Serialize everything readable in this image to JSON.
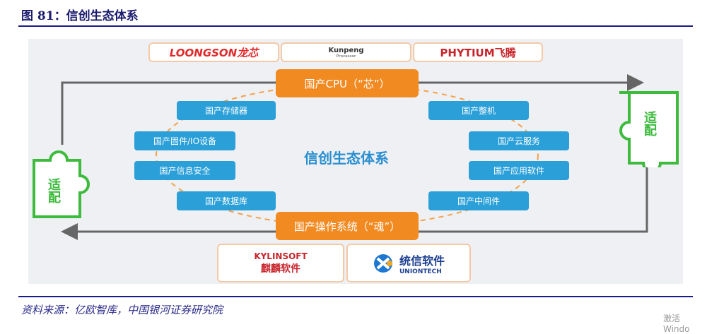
{
  "title": "图 81：信创生态体系",
  "diagram": {
    "cpu_logos": [
      "LOONGSON龙芯",
      "Kunpeng",
      "PHYTIUM飞腾"
    ],
    "kunpeng_sub": "Processor",
    "cpu_box": "国产CPU（“芯”）",
    "os_box": "国产操作系统（“魂”）",
    "center": "信创生态体系",
    "left_items": [
      "国产存储器",
      "国产固件/IO设备",
      "国产信息安全",
      "国产数据库"
    ],
    "right_items": [
      "国产整机",
      "国产云服务",
      "国产应用软件",
      "国产中间件"
    ],
    "adapt": "适配",
    "os_logos": {
      "kylin_en": "KYLINSOFT",
      "kylin_cn": "麒麟软件",
      "uos_cn": "统信软件",
      "uos_en": "UNIONTECH"
    }
  },
  "source": "资料来源：亿欧智库，中国银河证券研究院",
  "watermark": "激活 Windo"
}
